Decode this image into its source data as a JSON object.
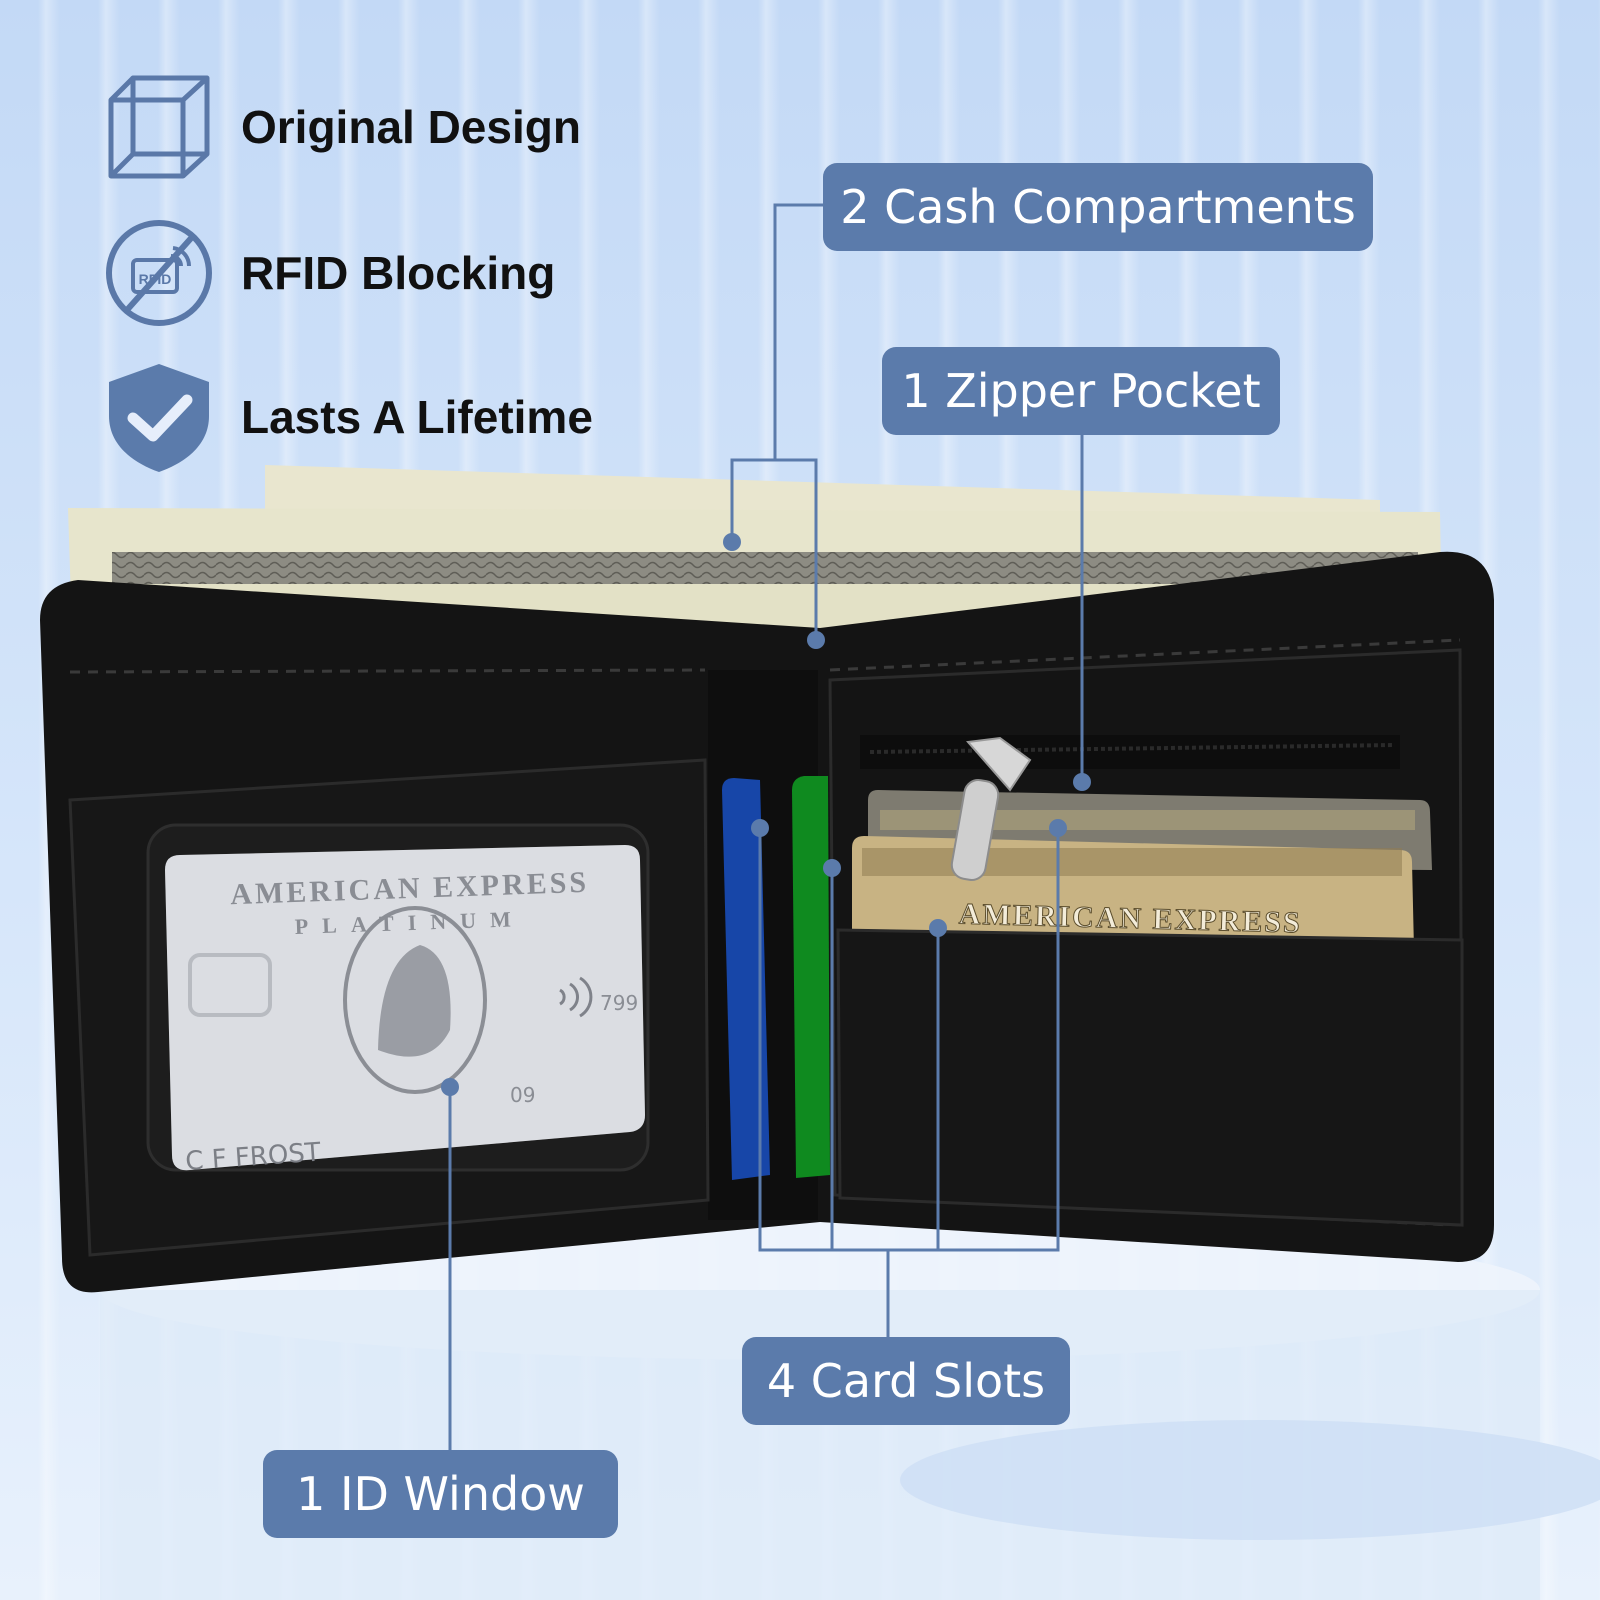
{
  "colors": {
    "accent": "#5b7bab",
    "icon_stroke": "#5a78a8",
    "wallet": "#141414"
  },
  "features": [
    {
      "icon": "cube-icon",
      "label": "Original Design"
    },
    {
      "icon": "rfid-blocking-icon",
      "label": "RFID Blocking",
      "icon_text": "RFID"
    },
    {
      "icon": "shield-check-icon",
      "label": "Lasts A Lifetime"
    }
  ],
  "callouts": {
    "cash": "2 Cash Compartments",
    "zipper": "1 Zipper Pocket",
    "card_slots": "4 Card Slots",
    "id_window": "1 ID Window"
  },
  "card_id": {
    "brand": "AMERICAN EXPRESS",
    "tier": "PLATINUM",
    "number_fragment": "799",
    "expiry": "09",
    "holder": "C F FROST"
  },
  "card_gold": {
    "brand": "AMERICAN EXPRESS"
  }
}
